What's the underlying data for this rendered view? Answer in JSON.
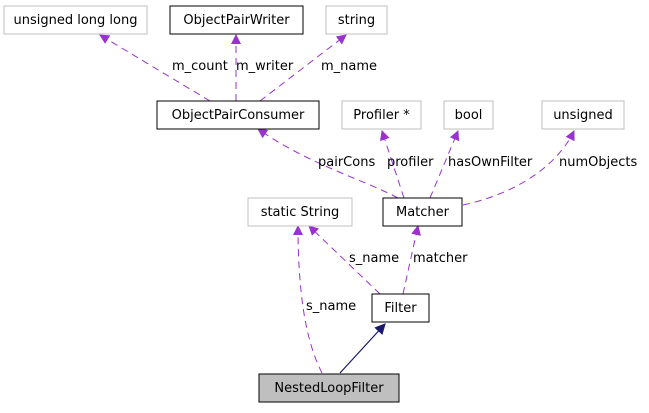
{
  "nodes": {
    "unsigned_long_long": "unsigned long long",
    "object_pair_writer": "ObjectPairWriter",
    "string": "string",
    "object_pair_consumer": "ObjectPairConsumer",
    "profiler_ptr": "Profiler *",
    "bool": "bool",
    "unsigned": "unsigned",
    "static_string": "static String",
    "matcher": "Matcher",
    "filter": "Filter",
    "nested_loop_filter": "NestedLoopFilter"
  },
  "edge_labels": {
    "m_count": "m_count",
    "m_writer": "m_writer",
    "m_name": "m_name",
    "pair_cons": "pairCons",
    "profiler": "profiler",
    "has_own_filter": "hasOwnFilter",
    "num_objects": "numObjects",
    "s_name_matcher": "s_name",
    "matcher": "matcher",
    "s_name_filter": "s_name"
  },
  "colors": {
    "usage_edge": "#9a32cd",
    "inheritance_edge": "#191970",
    "documented_border": "#000000",
    "undocumented_border": "#bfbfbf",
    "focus_fill": "#bfbfbf"
  }
}
